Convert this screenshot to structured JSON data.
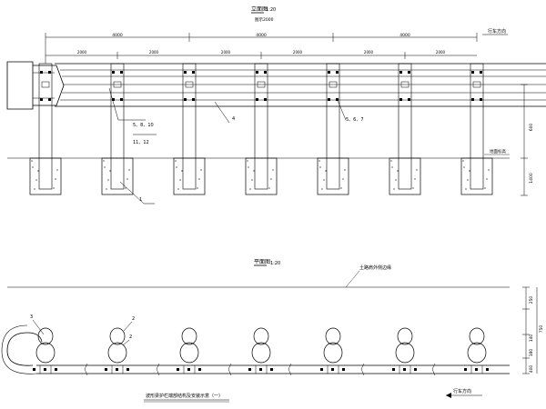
{
  "elevation": {
    "title": "立面图",
    "scale": "1:20",
    "subtitle": "图示2000",
    "overall_dims": [
      "4000",
      "4000",
      "4000"
    ],
    "sub_dims": [
      "2000",
      "2000",
      "2000",
      "2000",
      "2000",
      "2000"
    ],
    "direction_label": "行车方向",
    "ground_label": "地面标高",
    "right_dims": [
      "600",
      "1400"
    ],
    "callouts": [
      "5、8、10",
      "11、12",
      "4",
      "5、6、7",
      "1"
    ]
  },
  "plan": {
    "title": "平面图",
    "scale": "1:20",
    "edge_label": "土路肩外侧边缘",
    "callouts": [
      "3",
      "2",
      "2"
    ],
    "right_dims": [
      "250",
      "750",
      "140",
      "180",
      "400"
    ],
    "direction_label": "行车方向",
    "caption": "波形梁护栏端部结构及安装示意（一）"
  }
}
